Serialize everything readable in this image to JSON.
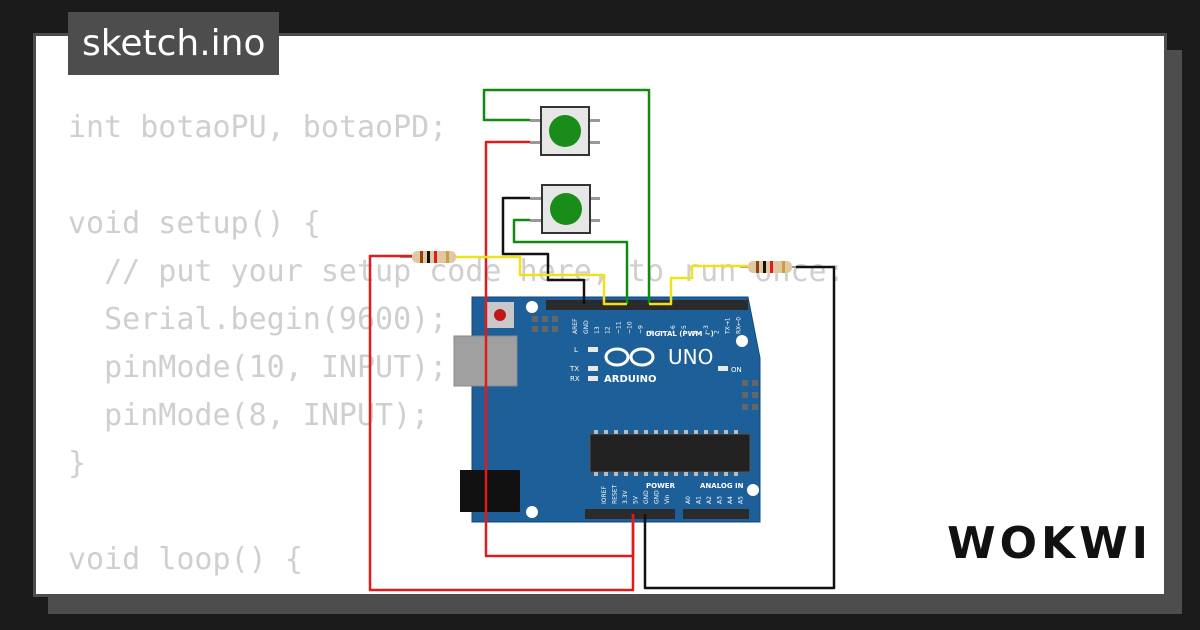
{
  "editor": {
    "filename": "sketch.ino",
    "code_lines": [
      "int botaoPU, botaoPD;",
      "",
      "void setup() {",
      "  // put your setup code here, to run once:",
      "  Serial.begin(9600);",
      "  pinMode(10, INPUT);",
      "  pinMode(8, INPUT);",
      "}",
      "",
      "void loop() {"
    ]
  },
  "brand": {
    "logo_text": "WOKWI"
  },
  "board": {
    "model": "UNO",
    "maker": "ARDUINO",
    "digital_label": "DIGITAL (PWM ~)",
    "power_label": "POWER",
    "analog_label": "ANALOG IN",
    "on_label": "ON",
    "l_label": "L",
    "tx_label": "TX",
    "rx_label": "RX",
    "top_pins": [
      "AREF",
      "GND",
      "13",
      "12",
      "~11",
      "~10",
      "~9",
      "8",
      "7",
      "~6",
      "~5",
      "4",
      "~3",
      "2",
      "TX→1",
      "RX←0"
    ],
    "power_pins": [
      "IOREF",
      "RESET",
      "3.3V",
      "5V",
      "GND",
      "GND",
      "Vin"
    ],
    "analog_pins": [
      "A0",
      "A1",
      "A2",
      "A3",
      "A4",
      "A5"
    ]
  },
  "components": {
    "buttons": [
      {
        "color": "#1a8c1a"
      },
      {
        "color": "#1a8c1a"
      }
    ],
    "resistor_count": 2
  },
  "colors": {
    "board_blue": "#1d5f99",
    "wire_red": "#e01b1b",
    "wire_green": "#128a12",
    "wire_yellow": "#f2e11a",
    "wire_black": "#111111",
    "frame_gray": "#4d4d4d"
  }
}
